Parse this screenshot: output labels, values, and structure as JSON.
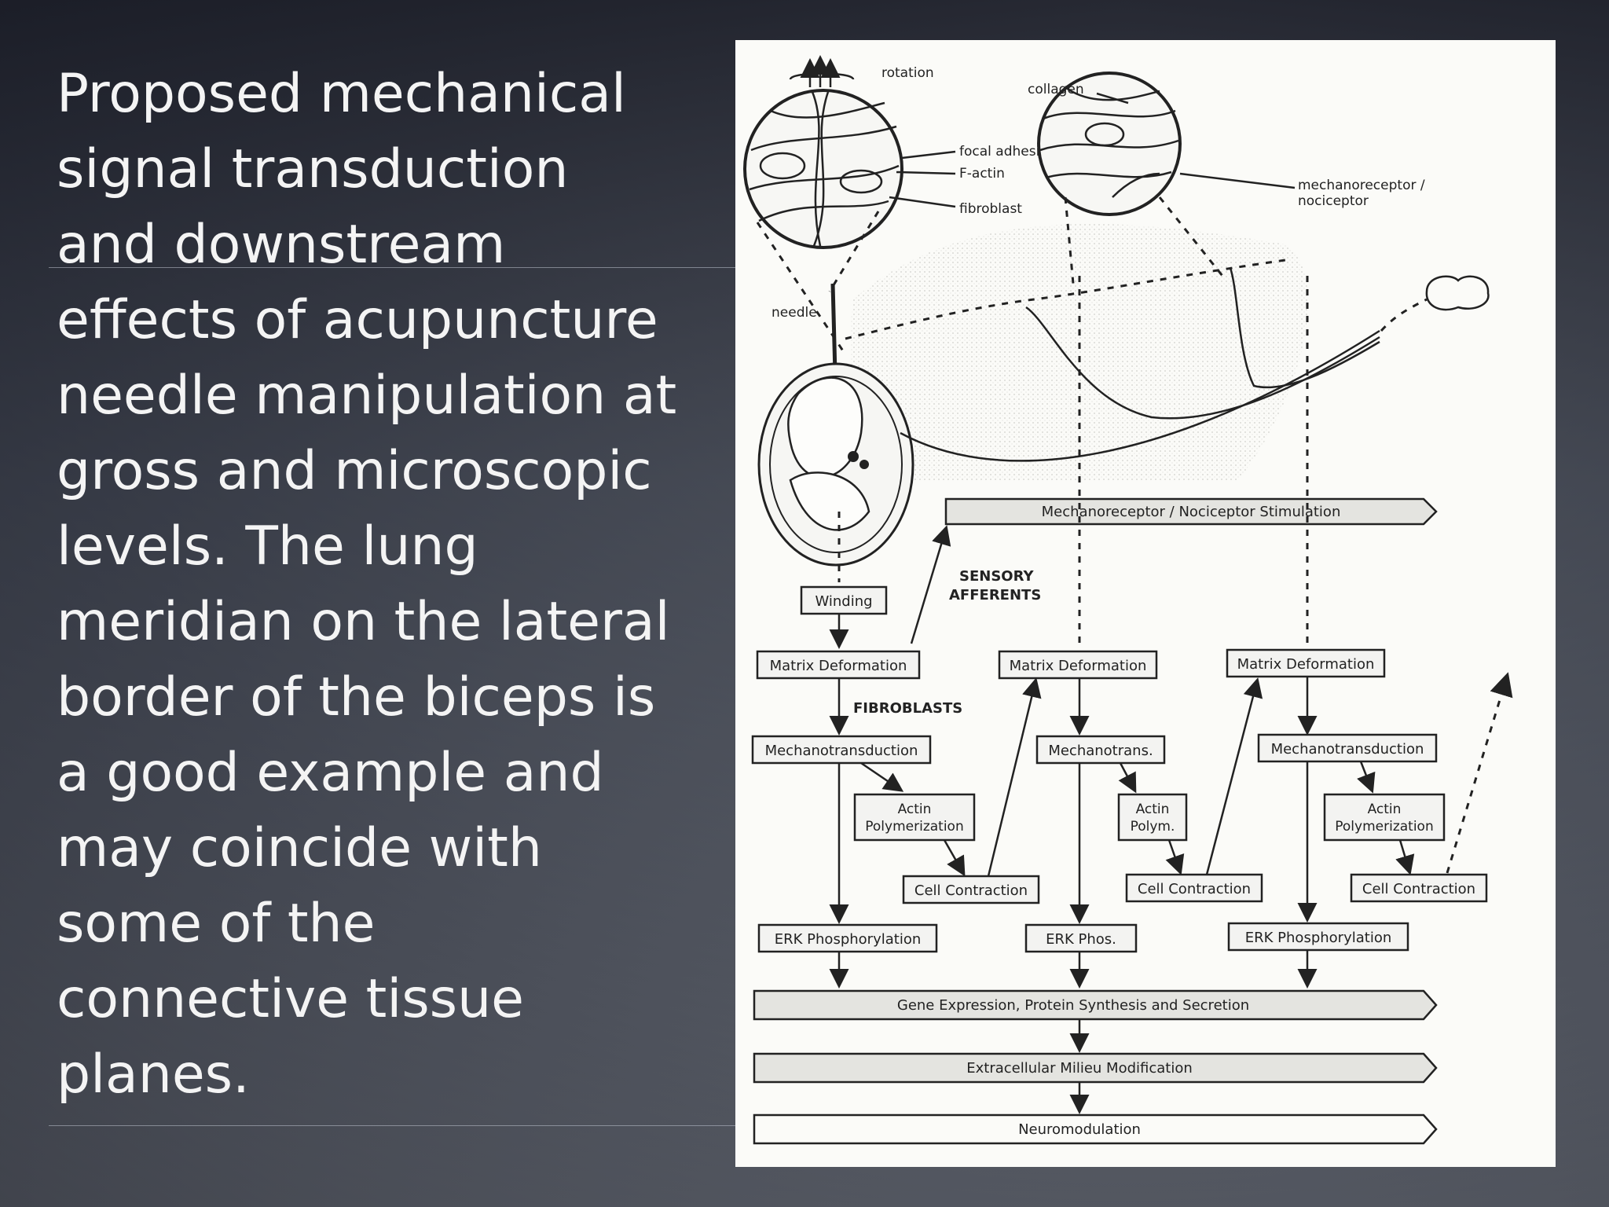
{
  "slide": {
    "text_lines": [
      "Proposed mechanical",
      "signal transduction",
      "and downstream",
      "effects of acupuncture",
      "needle manipulation at",
      "gross and microscopic",
      "levels.  The lung",
      "meridian on the lateral",
      "border of the biceps is",
      "a good example and",
      "may coincide with",
      "some of the",
      "connective tissue",
      "planes."
    ]
  },
  "figure": {
    "labels": {
      "rotation": "rotation",
      "collagen": "collagen",
      "focal_adhesion": "focal adhesion",
      "f_actin": "F-actin",
      "fibroblast": "fibroblast",
      "mechanoreceptor_1": "mechanoreceptor /",
      "mechanoreceptor_2": "nociceptor",
      "needle": "needle",
      "sensory_1": "SENSORY",
      "sensory_2": "AFFERENTS",
      "fibroblasts": "FIBROBLASTS"
    },
    "stimulation_bar": "Mechanoreceptor / Nociceptor Stimulation",
    "winding": "Winding",
    "columns": [
      {
        "matrix": "Matrix Deformation",
        "mechano": "Mechanotransduction",
        "actin_1": "Actin",
        "actin_2": "Polymerization",
        "contraction": "Cell Contraction",
        "erk": "ERK Phosphorylation"
      },
      {
        "matrix": "Matrix Deformation",
        "mechano": "Mechanotrans.",
        "actin_1": "Actin",
        "actin_2": "Polym.",
        "contraction": "Cell Contraction",
        "erk": "ERK Phos."
      },
      {
        "matrix": "Matrix Deformation",
        "mechano": "Mechanotransduction",
        "actin_1": "Actin",
        "actin_2": "Polymerization",
        "contraction": "Cell Contraction",
        "erk": "ERK Phosphorylation"
      }
    ],
    "bars": [
      "Gene Expression, Protein Synthesis and Secretion",
      "Extracellular Milieu Modification",
      "Neuromodulation"
    ]
  }
}
